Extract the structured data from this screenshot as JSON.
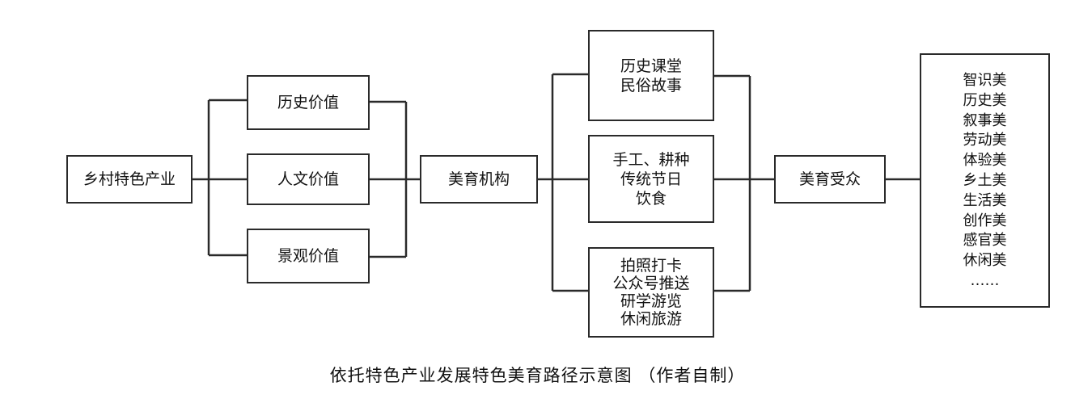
{
  "diagram": {
    "source": {
      "label": "乡村特色产业"
    },
    "values": [
      {
        "label": "历史价值"
      },
      {
        "label": "人文价值"
      },
      {
        "label": "景观价值"
      }
    ],
    "institution": {
      "label": "美育机构"
    },
    "channels": [
      {
        "lines": [
          "历史课堂",
          "民俗故事"
        ]
      },
      {
        "lines": [
          "手工、耕种",
          "传统节日",
          "饮食"
        ]
      },
      {
        "lines": [
          "拍照打卡",
          "公众号推送",
          "研学游览",
          "休闲旅游"
        ]
      }
    ],
    "audience": {
      "label": "美育受众"
    },
    "beauty_types": [
      "智识美",
      "历史美",
      "叙事美",
      "劳动美",
      "体验美",
      "乡土美",
      "生活美",
      "创作美",
      "感官美",
      "休闲美",
      "……"
    ]
  },
  "caption": "依托特色产业发展特色美育路径示意图 （作者自制）"
}
